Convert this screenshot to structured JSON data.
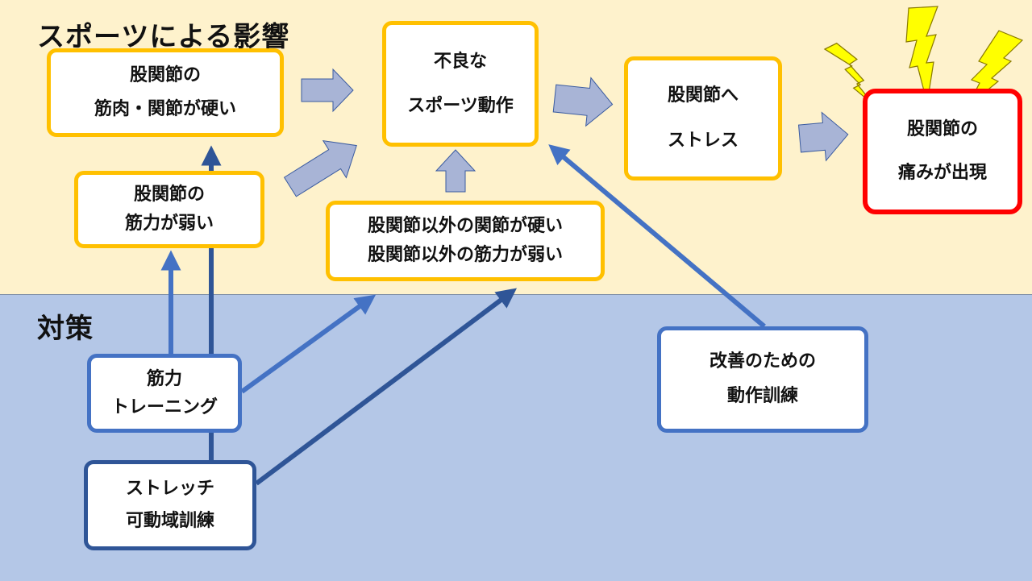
{
  "sections": {
    "effects_title": "スポーツによる影響",
    "measures_title": "対策"
  },
  "boxes": {
    "hip_stiff": [
      "股関節の",
      "筋肉・関節が硬い"
    ],
    "hip_weak": [
      "股関節の",
      "筋力が弱い"
    ],
    "poor_motion": [
      "不良な",
      "スポーツ動作"
    ],
    "other_joints": [
      "股関節以外の関節が硬い",
      "股関節以外の筋力が弱い"
    ],
    "hip_stress": [
      "股関節へ",
      "ストレス"
    ],
    "hip_pain": [
      "股関節の",
      "痛みが出現"
    ],
    "strength_training": [
      "筋力",
      "トレーニング"
    ],
    "stretch": [
      "ストレッチ",
      "可動域訓練"
    ],
    "motion_training": [
      "改善のための",
      "動作訓練"
    ]
  },
  "colors": {
    "effects_background": "#fef2cc",
    "measures_background": "#b4c7e7",
    "effect_box_border": "#ffc000",
    "pain_box_border": "#ff0000",
    "strength_border": "#4472c4",
    "stretch_border": "#2f5597",
    "block_arrow_fill": "#a8b4d6",
    "lightning_fill": "#ffff00"
  }
}
